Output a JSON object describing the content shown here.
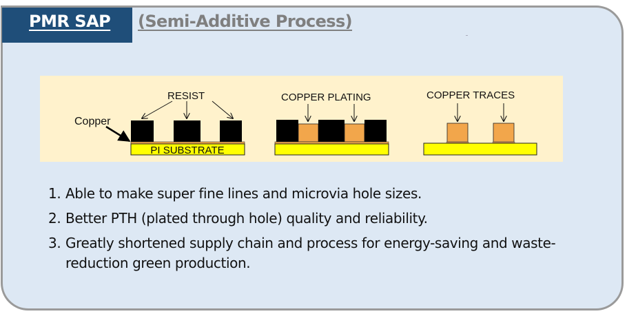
{
  "header": {
    "title": "PMR SAP",
    "subtitle": "(Semi-Additive Process)"
  },
  "diagram": {
    "labels": {
      "resist": "RESIST",
      "copper": "Copper",
      "substrate": "PI SUBSTRATE",
      "copper_plating": "COPPER PLATING",
      "copper_traces": "COPPER TRACES"
    },
    "colors": {
      "background": "#fff2cc",
      "resist": "#000000",
      "copper": "#f2a64b",
      "substrate": "#ffff00"
    }
  },
  "benefits": [
    {
      "number": "1.",
      "text": "Able to make super fine lines and microvia hole sizes."
    },
    {
      "number": "2.",
      "text": "Better PTH (plated through hole) quality and reliability."
    },
    {
      "number": "3.",
      "text": "Greatly shortened supply chain and process for energy-saving and waste-reduction green production."
    }
  ]
}
